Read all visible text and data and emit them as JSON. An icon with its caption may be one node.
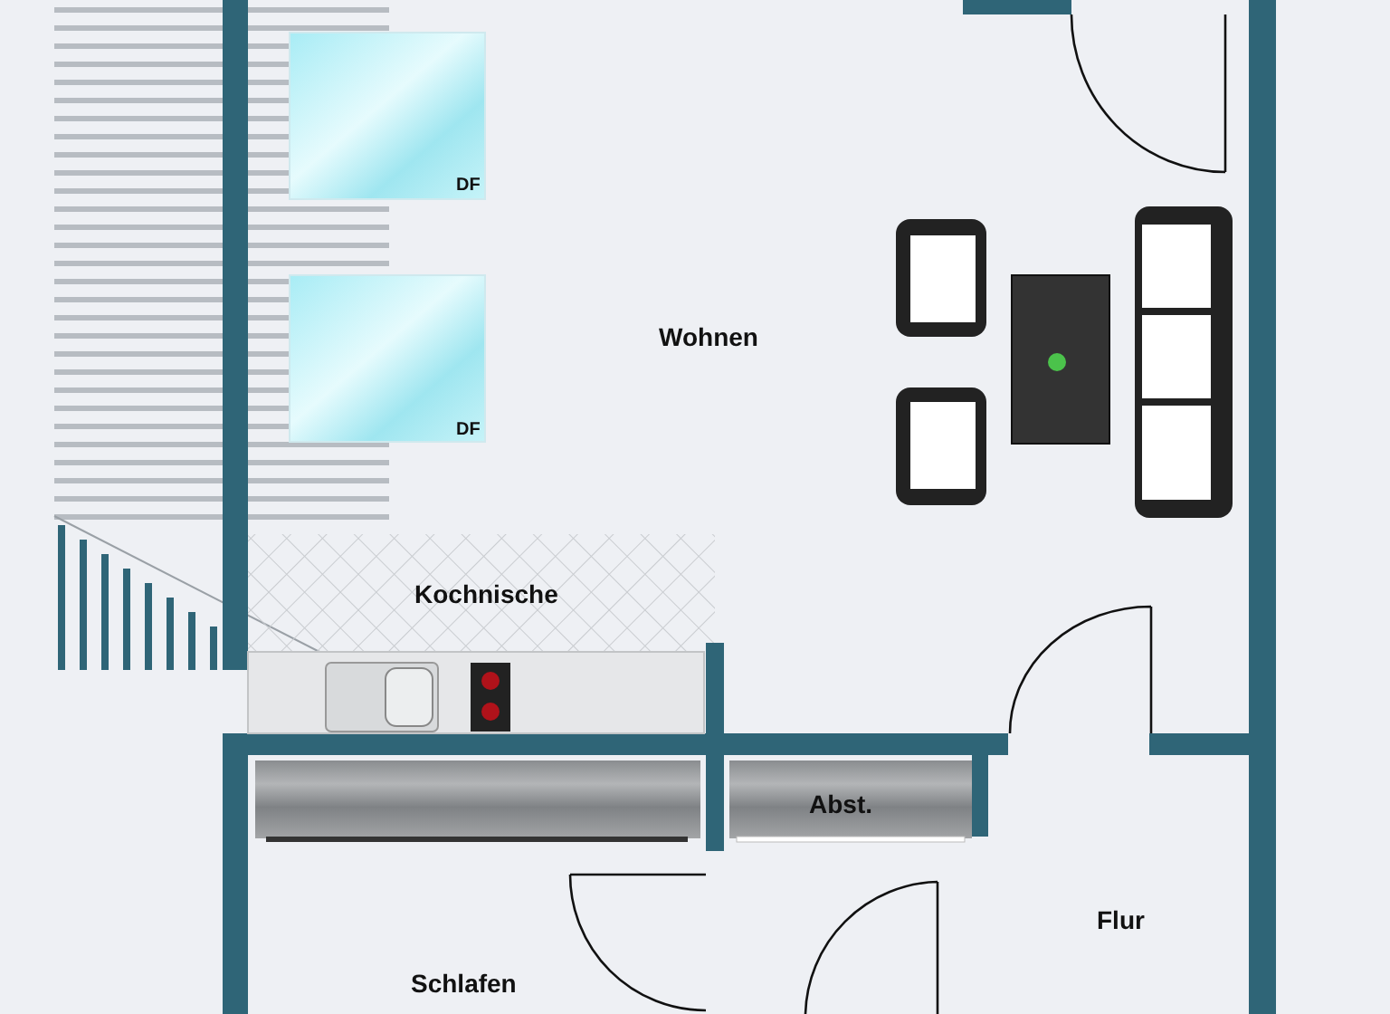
{
  "diagram": {
    "labels": [
      "DF",
      "Wohnen",
      "DF",
      "Kochnische",
      "Abst.",
      "Flur",
      "Schlafen"
    ]
  }
}
